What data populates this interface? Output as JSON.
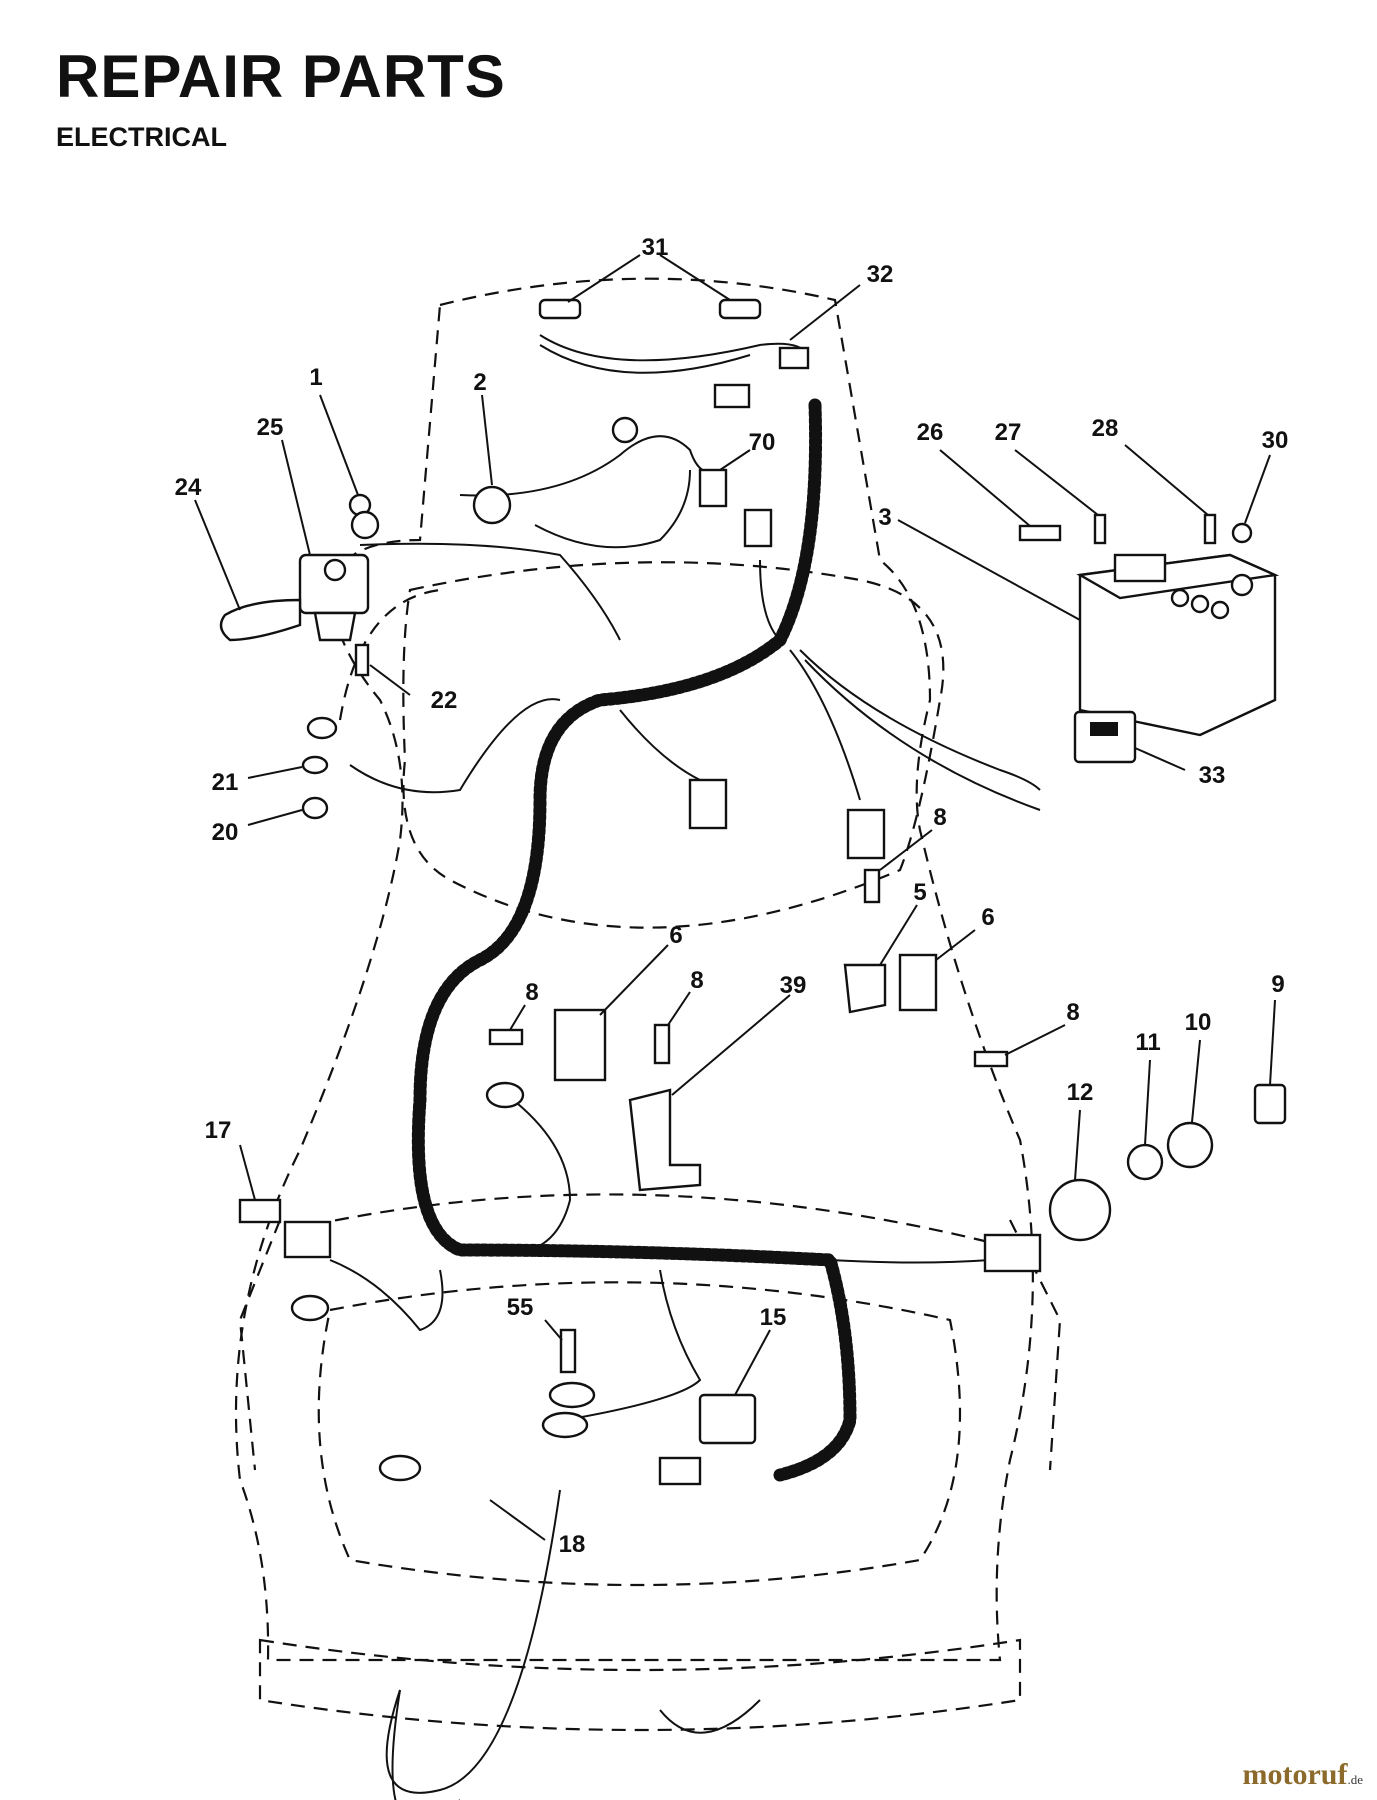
{
  "header": {
    "title": "REPAIR PARTS",
    "subtitle": "ELECTRICAL"
  },
  "watermark": {
    "brand": "motoruf",
    "suffix": ".de"
  },
  "callouts": [
    {
      "id": "c31",
      "label": "31"
    },
    {
      "id": "c32",
      "label": "32"
    },
    {
      "id": "c1",
      "label": "1"
    },
    {
      "id": "c2",
      "label": "2"
    },
    {
      "id": "c25",
      "label": "25"
    },
    {
      "id": "c24",
      "label": "24"
    },
    {
      "id": "c70",
      "label": "70"
    },
    {
      "id": "c26",
      "label": "26"
    },
    {
      "id": "c27",
      "label": "27"
    },
    {
      "id": "c28",
      "label": "28"
    },
    {
      "id": "c30",
      "label": "30"
    },
    {
      "id": "c3",
      "label": "3"
    },
    {
      "id": "c22",
      "label": "22"
    },
    {
      "id": "c21",
      "label": "21"
    },
    {
      "id": "c20",
      "label": "20"
    },
    {
      "id": "c33",
      "label": "33"
    },
    {
      "id": "c8a",
      "label": "8"
    },
    {
      "id": "c5",
      "label": "5"
    },
    {
      "id": "c6a",
      "label": "6"
    },
    {
      "id": "c6b",
      "label": "6"
    },
    {
      "id": "c8b",
      "label": "8"
    },
    {
      "id": "c8c",
      "label": "8"
    },
    {
      "id": "c39",
      "label": "39"
    },
    {
      "id": "c8d",
      "label": "8"
    },
    {
      "id": "c9",
      "label": "9"
    },
    {
      "id": "c10",
      "label": "10"
    },
    {
      "id": "c11",
      "label": "11"
    },
    {
      "id": "c12",
      "label": "12"
    },
    {
      "id": "c17",
      "label": "17"
    },
    {
      "id": "c55",
      "label": "55"
    },
    {
      "id": "c15",
      "label": "15"
    },
    {
      "id": "c18",
      "label": "18"
    }
  ]
}
